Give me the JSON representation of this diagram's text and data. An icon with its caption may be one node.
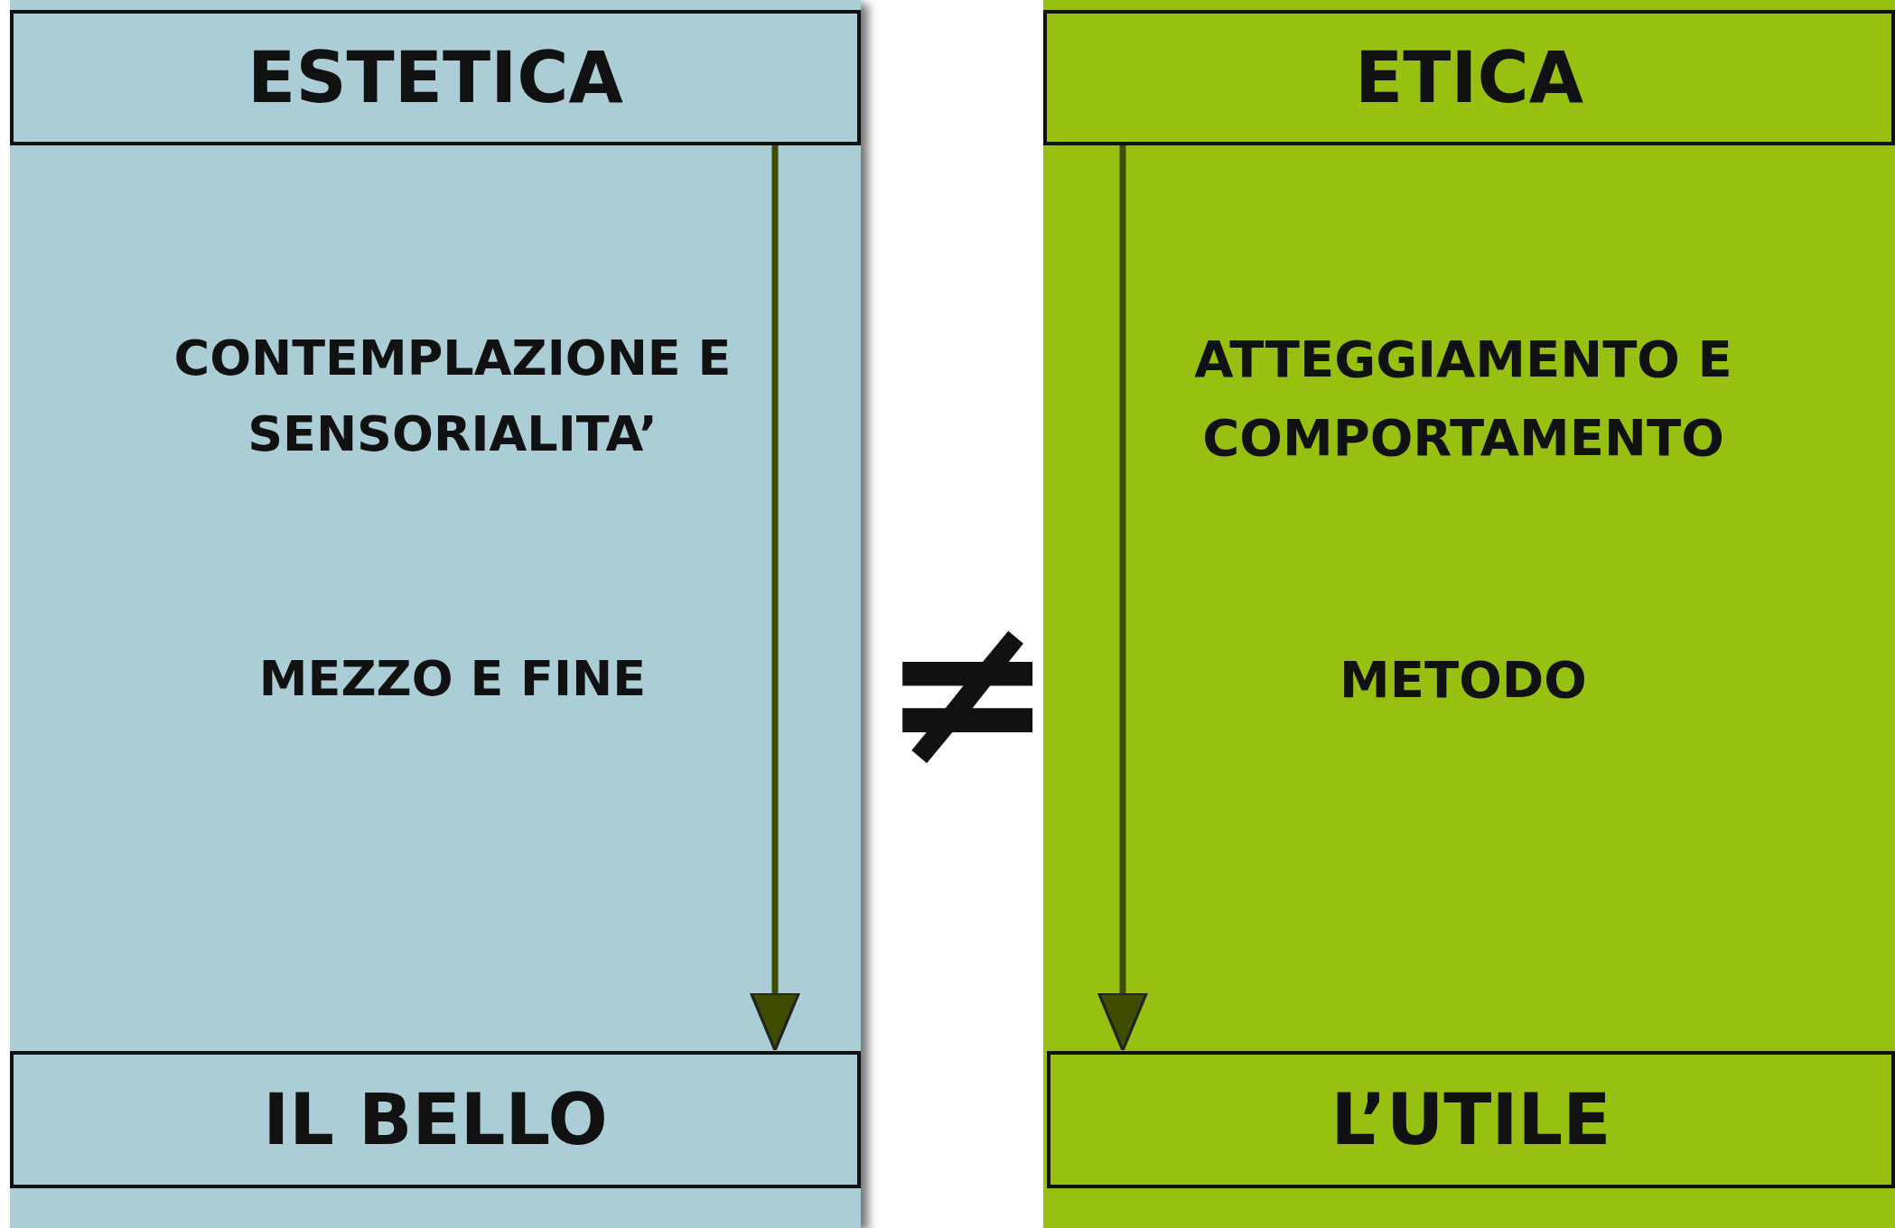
{
  "diagram": {
    "nodes": [
      {
        "text": [
          "CONTEMPLAZIONE E SENSORIALITA’",
          "MEZZO E FINE"
        ]
      },
      {
        "text": [
          "ESTETICA"
        ],
        "in": 0
      },
      {
        "text": [
          "IL BELLO"
        ],
        "in": 0
      },
      {
        "text": [
          "ATTEGGIAMENTO E COMPORTAMENTO",
          "METODO"
        ]
      },
      {
        "text": [
          "ETICA"
        ],
        "in": 3
      },
      {
        "text": [
          "L’UTILE"
        ],
        "in": 3
      }
    ],
    "edges": [
      {
        "from": 1,
        "to": 2,
        "arrow": "to"
      },
      {
        "from": 4,
        "to": 5,
        "arrow": "to"
      }
    ],
    "labels": [
      "≠"
    ]
  }
}
